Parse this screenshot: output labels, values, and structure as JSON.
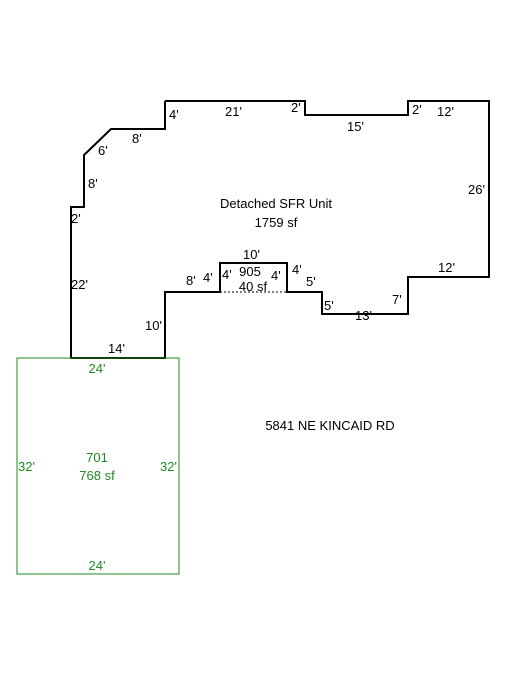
{
  "colors": {
    "main_line": "#000000",
    "garage_line": "#1e8a1e",
    "garage_text": "#1e8a1e",
    "inner_dashed": "#000000"
  },
  "main_unit": {
    "name": "Detached SFR Unit",
    "area": "1759 sf",
    "dimensions": {
      "top_left_4": "4'",
      "top_21": "21'",
      "top_2a": "2'",
      "top_15": "15'",
      "top_2b": "2'",
      "top_12": "12'",
      "right_26": "26'",
      "step_12": "12'",
      "step_7": "7'",
      "bottom_13": "13'",
      "step_5a": "5'",
      "step_5b": "5'",
      "notch_4_right_outer": "4'",
      "notch_4_right_inner": "4'",
      "notch_10": "10'",
      "notch_4_left_inner": "4'",
      "notch_4_left_outer": "4'",
      "ledge_8": "8'",
      "drop_10": "10'",
      "bottom_14": "14'",
      "left_22": "22'",
      "left_2": "2'",
      "left_8": "8'",
      "diag_6": "6'",
      "upper_8": "8'"
    }
  },
  "addition": {
    "name": "905",
    "area": "40 sf"
  },
  "garage": {
    "name": "701",
    "area": "768 sf",
    "dimensions": {
      "top": "24'",
      "bottom": "24'",
      "left": "32'",
      "right": "32'"
    }
  },
  "address": "5841 NE KINCAID RD"
}
